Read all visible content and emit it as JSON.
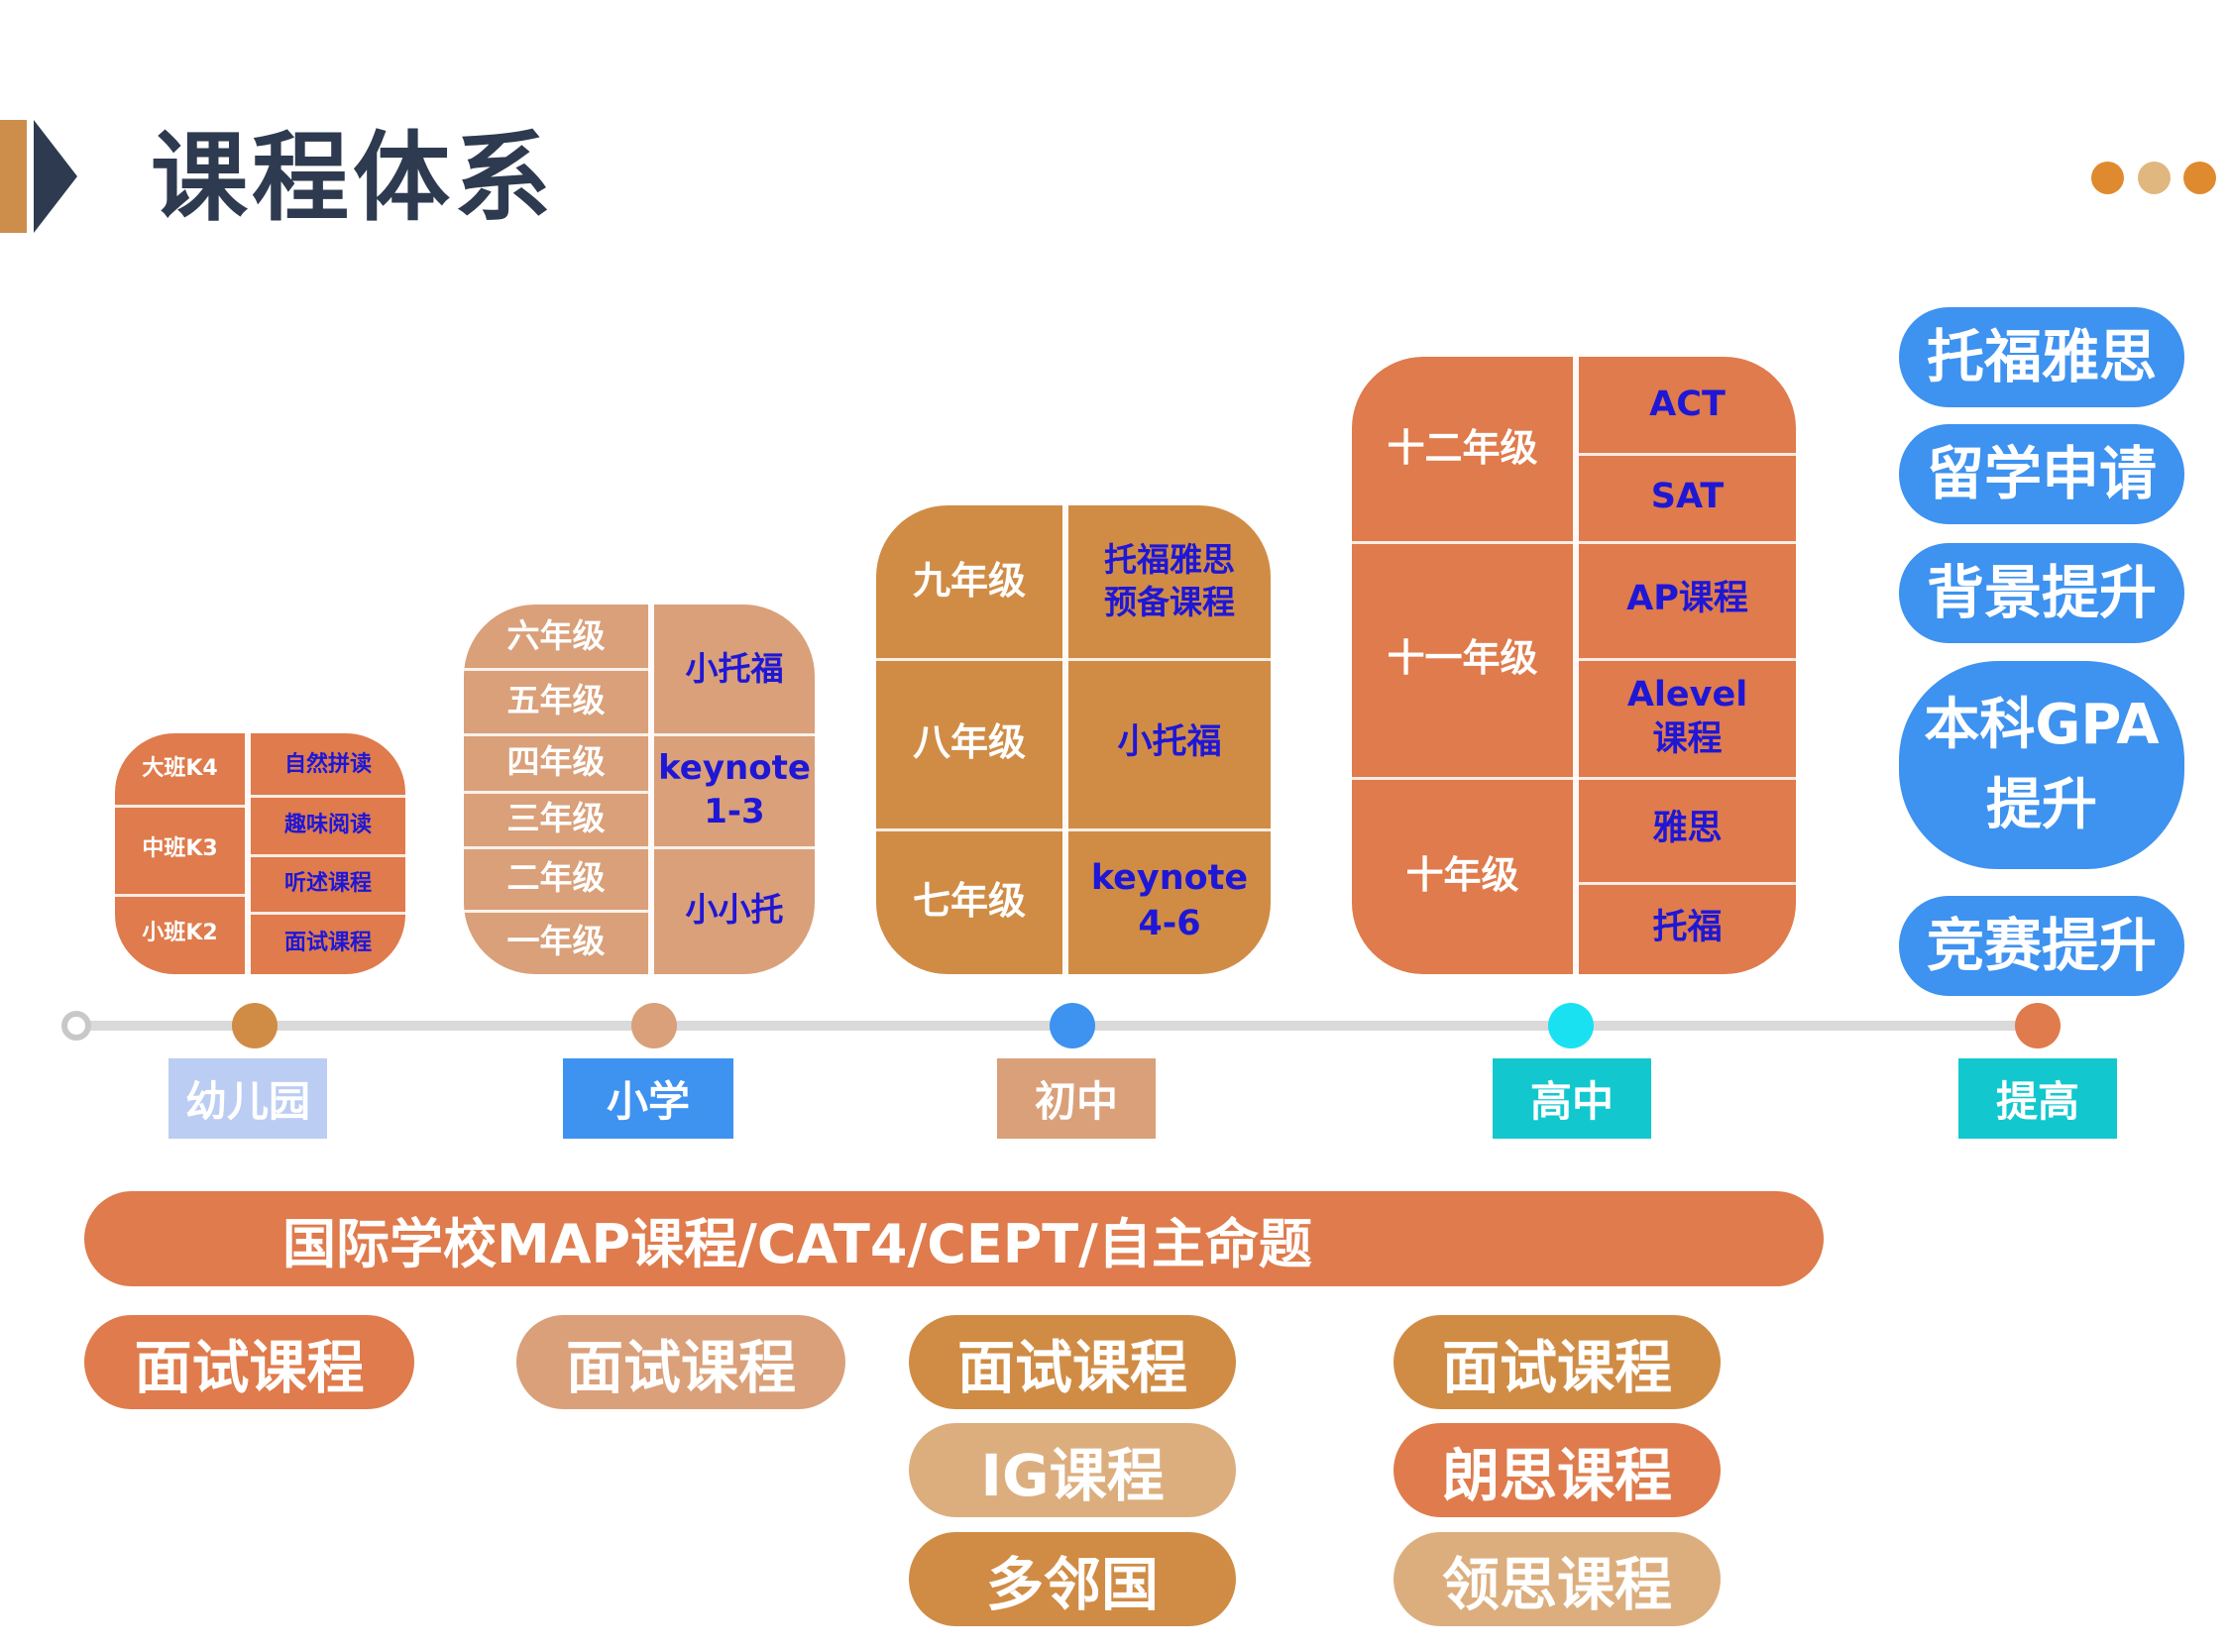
{
  "header": {
    "title": "课程体系"
  },
  "colors": {
    "dark_orange": "#df7b4c",
    "tan": "#d9a07a",
    "gold": "#d08c45",
    "blue": "#3e92f0",
    "cyan": "#12c8ce",
    "navy": "#2e3a4f",
    "text_blue": "#1f17d6"
  },
  "kindergarten": {
    "grades": [
      "大班K4",
      "中班K3",
      "小班K2"
    ],
    "courses": [
      "自然拼读",
      "趣味阅读",
      "听述课程",
      "面试课程"
    ]
  },
  "primary": {
    "grades": [
      "六年级",
      "五年级",
      "四年级",
      "三年级",
      "二年级",
      "一年级"
    ],
    "courses": [
      "小托福",
      "keynote\n1-3",
      "小小托"
    ]
  },
  "middle": {
    "grades": [
      "九年级",
      "八年级",
      "七年级"
    ],
    "courses": [
      "托福雅思\n预备课程",
      "小托福",
      "keynote\n4-6"
    ]
  },
  "high": {
    "grades": [
      "十二年级",
      "十一年级",
      "十年级"
    ],
    "courses": [
      "ACT",
      "SAT",
      "AP课程",
      "Alevel\n课程",
      "雅思",
      "托福"
    ]
  },
  "advance": {
    "items": [
      "托福雅思",
      "留学申请",
      "背景提升",
      "本科GPA\n提升",
      "竞赛提升"
    ]
  },
  "stages": [
    "幼儿园",
    "小学",
    "初中",
    "高中",
    "提高"
  ],
  "banner": "国际学校MAP课程/CAT4/CEPT/自主命题",
  "pills": {
    "kg": "面试课程",
    "primary": "面试课程",
    "middle": [
      "面试课程",
      "IG课程",
      "多邻国"
    ],
    "high": [
      "面试课程",
      "朗思课程",
      "领思课程"
    ]
  }
}
